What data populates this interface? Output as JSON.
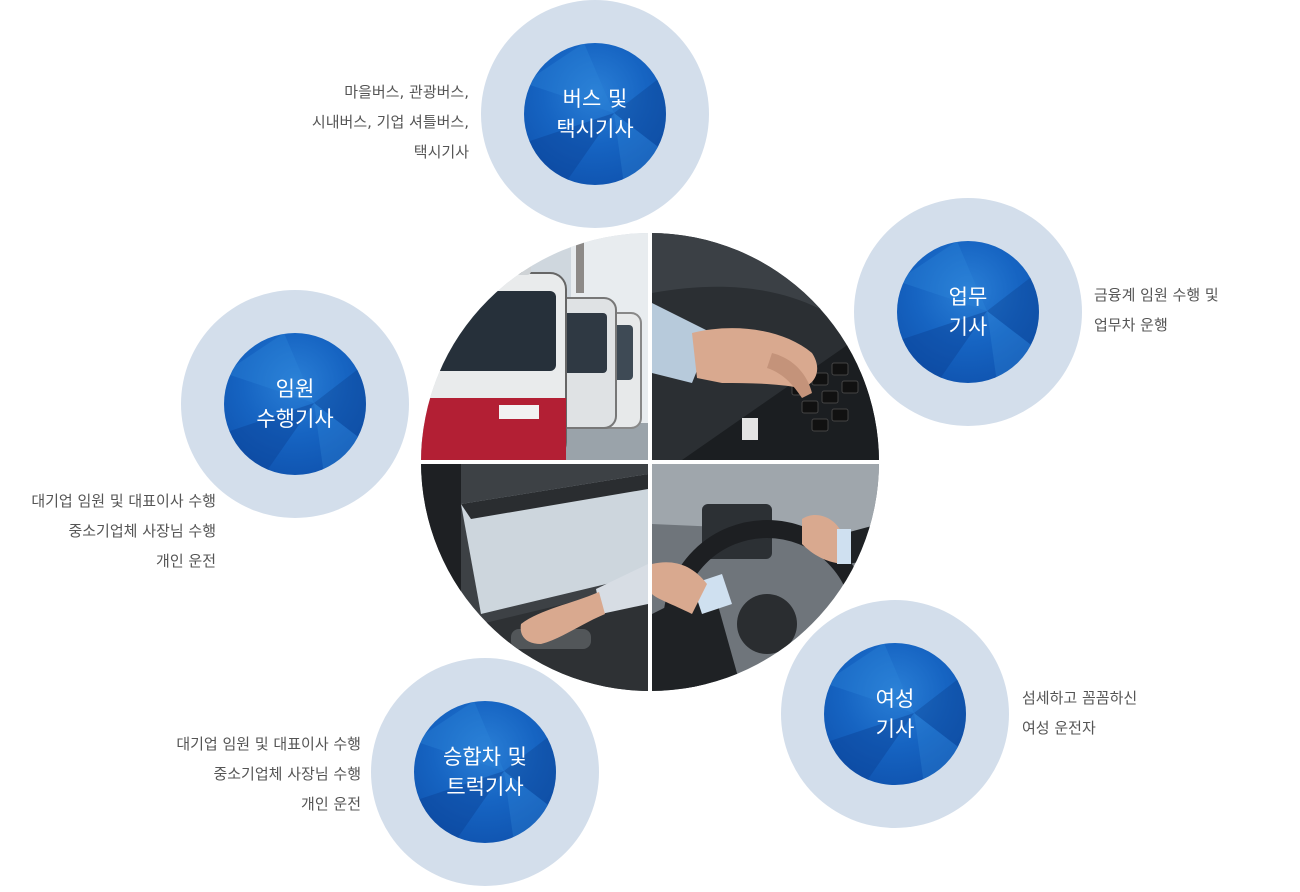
{
  "nodes": [
    {
      "id": "bus-taxi",
      "title": "버스 및\n택시기사",
      "description": [
        "마을버스, 관광버스,",
        "시내버스, 기업 셔틀버스,",
        "택시기사"
      ]
    },
    {
      "id": "business",
      "title": "업무\n기사",
      "description": [
        "금융계 임원 수행 및",
        "업무차 운행"
      ]
    },
    {
      "id": "executive",
      "title": "임원\n수행기사",
      "description": [
        "대기업 임원 및 대표이사 수행",
        "중소기업체 사장님 수행",
        "개인 운전"
      ]
    },
    {
      "id": "van-truck",
      "title": "승합차 및\n트럭기사",
      "description": [
        "대기업 임원 및 대표이사 수행",
        "중소기업체 사장님 수행",
        "개인 운전"
      ]
    },
    {
      "id": "female",
      "title": "여성\n기사",
      "description": [
        "섬세하고 꼼꼼하신",
        "여성 운전자"
      ]
    }
  ],
  "photos": [
    {
      "quadrant": "top-left",
      "subject": "buses"
    },
    {
      "quadrant": "top-right",
      "subject": "hand-on-keyboard"
    },
    {
      "quadrant": "bottom-left",
      "subject": "car-door-handle"
    },
    {
      "quadrant": "bottom-right",
      "subject": "hands-on-steering-wheel"
    }
  ],
  "colors": {
    "ring": "#d3deeb",
    "core": "#1664c2",
    "text": "#555555"
  }
}
